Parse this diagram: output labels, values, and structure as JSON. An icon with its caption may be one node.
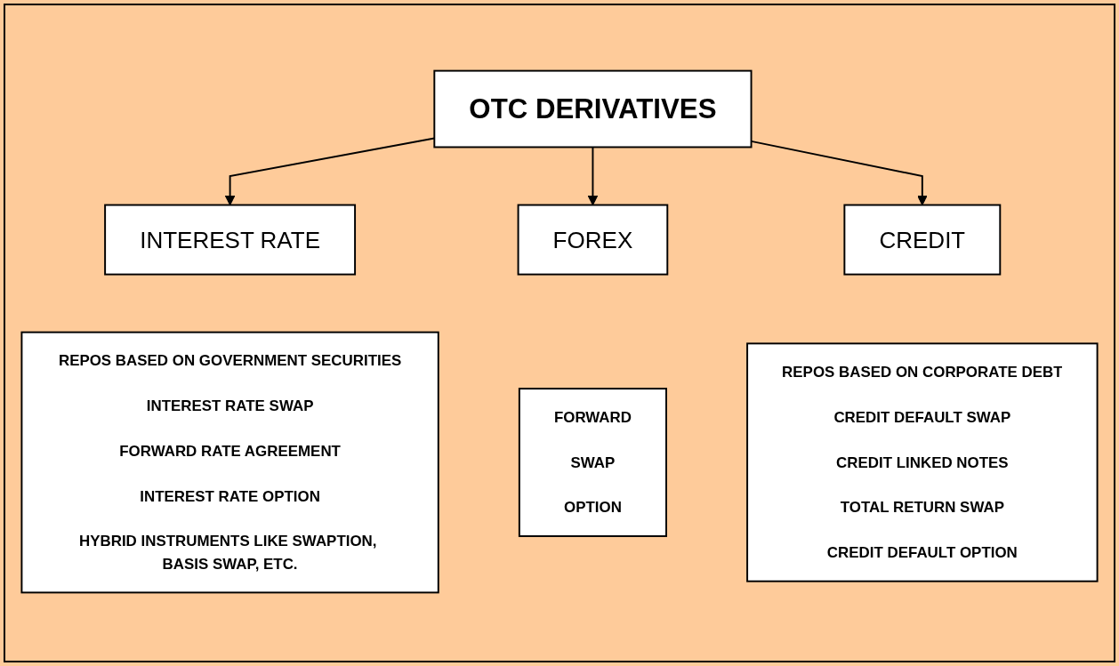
{
  "diagram": {
    "nodes": [
      {
        "text": [
          "OTC DERIVATIVES"
        ]
      },
      {
        "text": [
          "INTEREST RATE"
        ]
      },
      {
        "text": [
          "FOREX"
        ]
      },
      {
        "text": [
          "CREDIT"
        ]
      },
      {
        "text": [
          "REPOS BASED ON GOVERNMENT SECURITIES",
          "INTEREST RATE SWAP",
          "FORWARD RATE AGREEMENT",
          "INTEREST RATE OPTION",
          "HYBRID INSTRUMENTS LIKE SWAPTION, BASIS SWAP, ETC."
        ]
      },
      {
        "text": [
          "FORWARD",
          "SWAP",
          "OPTION"
        ]
      },
      {
        "text": [
          "REPOS BASED ON CORPORATE DEBT",
          "CREDIT DEFAULT SWAP",
          "CREDIT LINKED NOTES",
          "TOTAL RETURN SWAP",
          "CREDIT DEFAULT OPTION"
        ]
      }
    ],
    "edges": [
      {
        "from": 0,
        "to": 1,
        "arrow": "to"
      },
      {
        "from": 0,
        "to": 2,
        "arrow": "to"
      },
      {
        "from": 0,
        "to": 3,
        "arrow": "to"
      }
    ]
  }
}
